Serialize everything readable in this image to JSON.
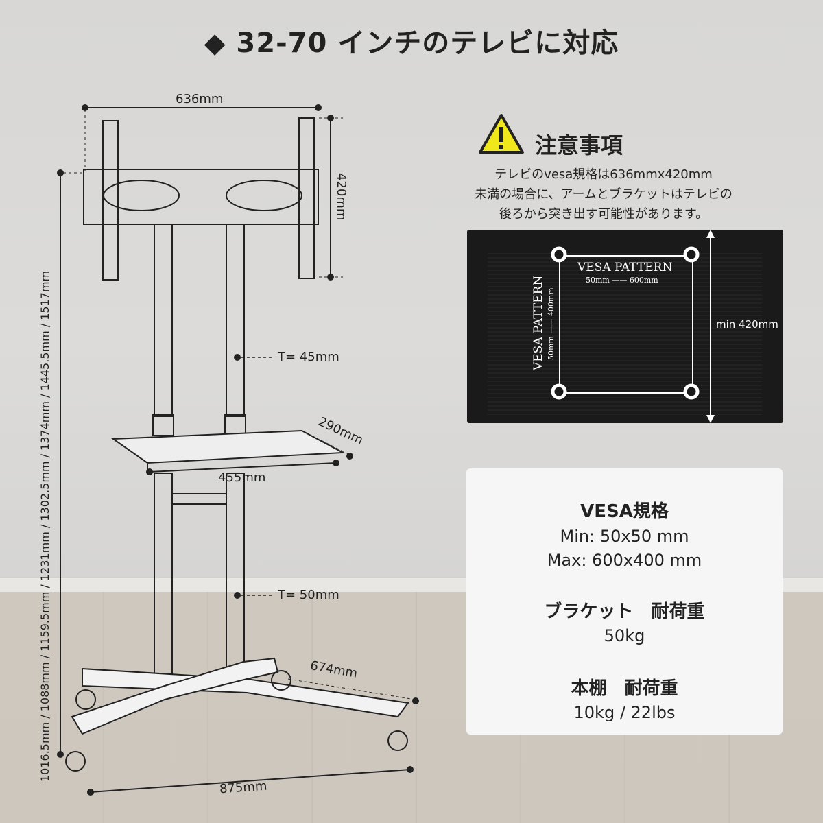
{
  "title": "◆ 32-70 インチのテレビに対応",
  "dimensions": {
    "width_top": "636mm",
    "height_bracket": "420mm",
    "tube1": "T= 45mm",
    "tube2": "T= 50mm",
    "shelf_depth": "290mm",
    "shelf_width": "455mm",
    "base_depth": "674mm",
    "base_width": "875mm",
    "height_range": "1016.5mm / 1088mm / 1159.5mm / 1231mm / 1302.5mm / 1374mm / 1445.5mm / 1517mm"
  },
  "warning": {
    "title": "注意事項",
    "lines": [
      "テレビのvesa規格は636mmx420mm",
      "未満の場合に、アームとブラケットはテレビの",
      "後ろから突き出す可能性があります。"
    ]
  },
  "tv_image": {
    "vesa_h_label": "VESA PATTERN",
    "vesa_h_range": "50mm —— 600mm",
    "vesa_v_label": "VESA PATTERN",
    "vesa_v_range": "50mm —— 400mm",
    "min_height": "min 420mm"
  },
  "specs": {
    "vesa_heading": "VESA規格",
    "vesa_min": "Min: 50x50 mm",
    "vesa_max": "Max: 600x400 mm",
    "bracket_heading": "ブラケット　耐荷重",
    "bracket_load": "50kg",
    "shelf_heading": "本棚　耐荷重",
    "shelf_load": "10kg / 22lbs"
  }
}
